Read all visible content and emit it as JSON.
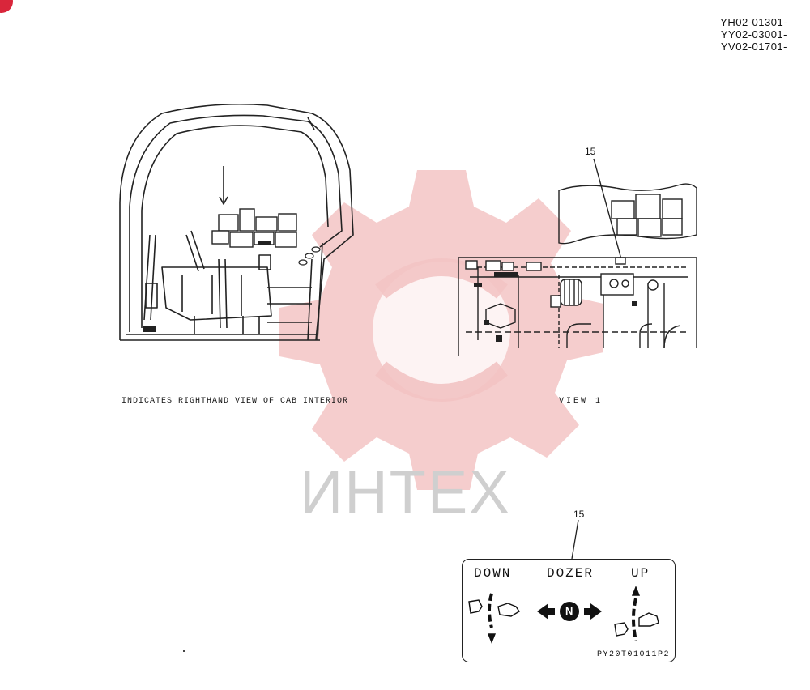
{
  "header": {
    "serial_numbers": [
      "YH02-01301-",
      "YY02-03001-",
      "YV02-01701-"
    ]
  },
  "watermark": {
    "text": "ИНТЕХ",
    "color": "#f3c4c4"
  },
  "left_view": {
    "caption": "INDICATES RIGHTHAND VIEW OF CAB INTERIOR"
  },
  "right_view": {
    "caption": "VIEW 1",
    "callout": "15"
  },
  "decal": {
    "callout": "15",
    "labels": {
      "down": "DOWN",
      "dozer": "DOZER",
      "up": "UP"
    },
    "neutral": "N",
    "part_code": "PY20T01011P2"
  },
  "colors": {
    "badge": "#d9263b",
    "line": "#222222"
  }
}
